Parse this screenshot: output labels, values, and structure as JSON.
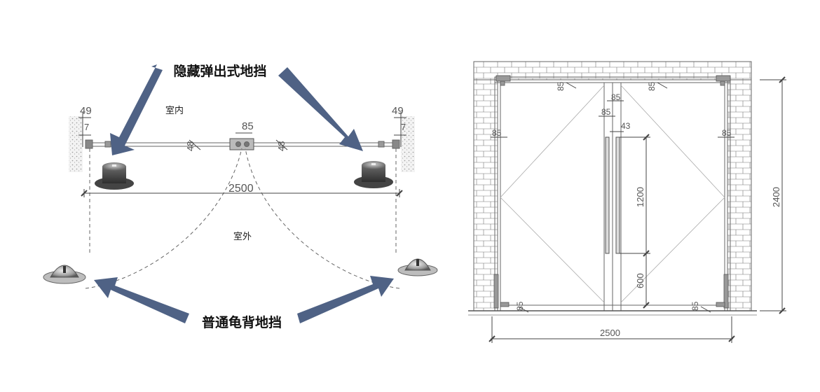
{
  "plan": {
    "label_hidden_stopper": "隐藏弹出式地挡",
    "label_regular_stopper": "普通龟背地挡",
    "label_indoor": "室内",
    "label_outdoor": "室外",
    "dim_left_wall": "49",
    "dim_left_small": "7",
    "dim_right_wall": "49",
    "dim_right_small": "7",
    "dim_center": "85",
    "dim_left_leaf": "48",
    "dim_right_leaf": "48",
    "dim_total": "2500"
  },
  "elevation": {
    "dim_top_left": "85",
    "dim_top_center": "85",
    "dim_top_right": "85",
    "dim_below_center": "85",
    "dim_side_left": "85",
    "dim_side_right": "85",
    "dim_handle_offset": "43",
    "dim_handle_length": "1200",
    "dim_handle_height": "600",
    "dim_bottom_left": "85",
    "dim_bottom_right": "85",
    "dim_width": "2500",
    "dim_height": "2400"
  },
  "colors": {
    "arrow": "#4f6285",
    "line": "#666666",
    "dim_line": "#444444"
  }
}
